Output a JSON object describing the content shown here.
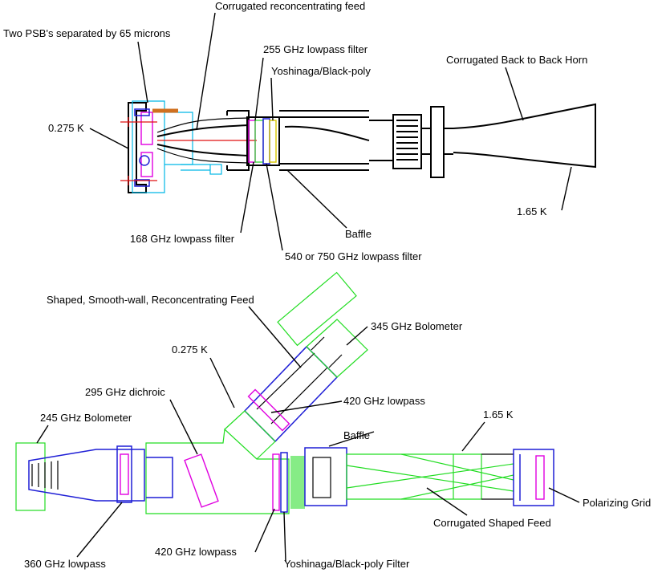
{
  "colors": {
    "outline": "#000000",
    "cyan": "#00b8e6",
    "blue": "#1f1fd6",
    "green": "#22dd22",
    "magenta": "#e000e0",
    "red": "#e01010",
    "orange": "#d07020",
    "yellow": "#d8c800"
  },
  "top_diagram": {
    "labels": {
      "feed": "Corrugated reconcentrating feed",
      "psb": "Two PSB's separated by 65 microns",
      "f255": "255 GHz lowpass filter",
      "yoshinaga": "Yoshinaga/Black-poly",
      "horn": "Corrugated Back to Back Horn",
      "temp_cold": "0.275 K",
      "f168": "168 GHz lowpass filter",
      "baffle": "Baffle",
      "f540": "540 or 750 GHz lowpass filter",
      "temp_warm": "1.65 K"
    }
  },
  "bottom_diagram": {
    "labels": {
      "shaped_feed": "Shaped, Smooth-wall, Reconcentrating Feed",
      "bolo345": "345 GHz Bolometer",
      "temp_cold": "0.275 K",
      "dichroic": "295 GHz dichroic",
      "f420_top": "420 GHz lowpass",
      "bolo245": "245 GHz Bolometer",
      "temp_warm": "1.65 K",
      "baffle": "Baffle",
      "grid": "Polarizing Grid",
      "corr_feed": "Corrugated Shaped Feed",
      "f360": "360 GHz lowpass",
      "f420_bottom": "420 GHz lowpass",
      "yoshinaga": "Yoshinaga/Black-poly Filter"
    }
  }
}
